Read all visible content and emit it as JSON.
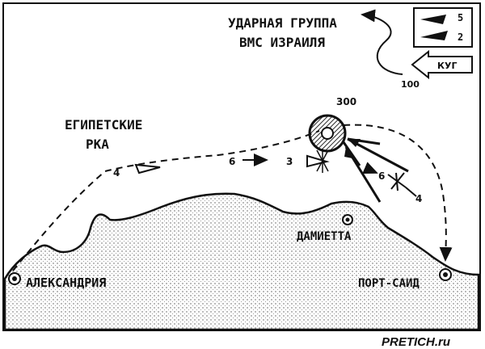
{
  "title": {
    "line1": "УДАРНАЯ ГРУППА",
    "line2": "ВМС ИЗРАИЛЯ"
  },
  "egypt_label": {
    "line1": "ЕГИПЕТСКИЕ",
    "line2": "РКА"
  },
  "legend": {
    "count_top": "5",
    "count_bottom": "2",
    "arrow_label": "КУГ"
  },
  "markers": {
    "m100": "100",
    "m300": "300",
    "m4a": "4",
    "m6a": "6",
    "m3": "3",
    "m6b": "6",
    "m4b": "4"
  },
  "cities": {
    "alexandria": "АЛЕКСАНДРИЯ",
    "damietta": "ДАМИЕТТА",
    "port_said": "ПОРТ-САИД"
  },
  "watermark": "PRETICH.ru"
}
